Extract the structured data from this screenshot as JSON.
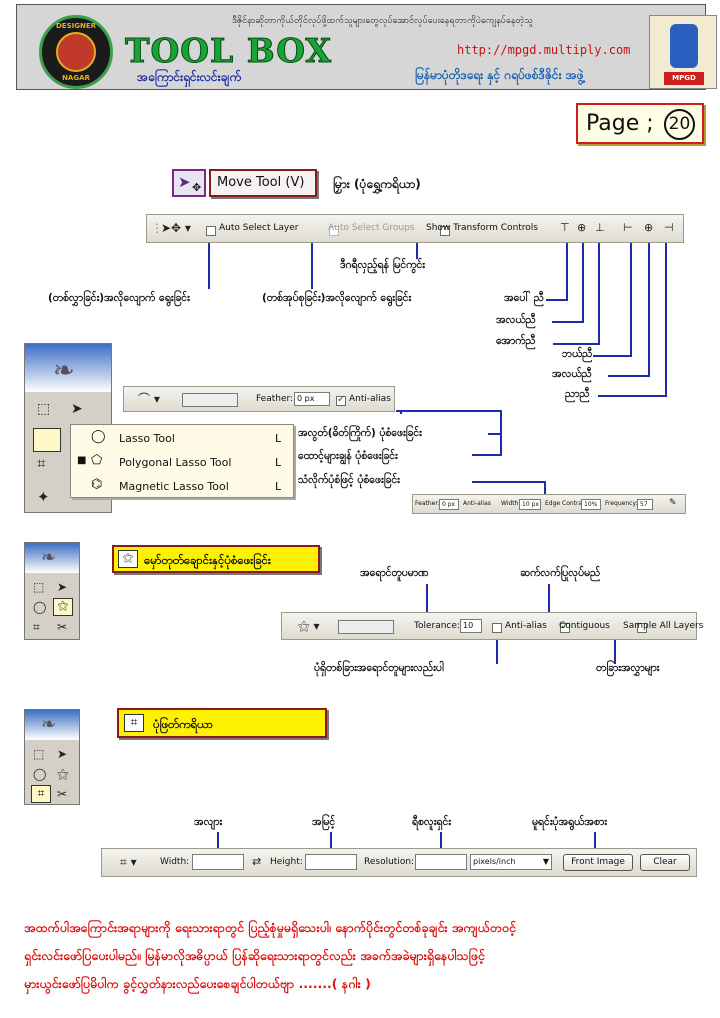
{
  "header": {
    "logo_top": "DESIGNER",
    "logo_bottom": "NAGAR",
    "title": "TOOL BOX",
    "subtitle": "အကြောင်းရှင်းလင်းချက်",
    "tagline": "ဒီဇိုင်နာဆိုတာကိုယ်တိုင်လုပ်ဖို့ထက်သူများတွေလုပ်အောင်လုပ်ပေးနေရတာကိုပဲကျေနပ်နေတဲ့သူ",
    "url": "http://mpgd.multiply.com",
    "group_name": "မြန်မာပုံတိုဒရေး နှင့် ဂရပ်ဖစ်ဒီဇိုင်း အဖွဲ့",
    "mascot_badge": "MPGD"
  },
  "page": {
    "label": "Page ;",
    "number": "20"
  },
  "move_tool": {
    "title": "Move Tool (V)",
    "title_note": "မြှား (ပုံရွှေ့ကရိယာ)",
    "toolbar": {
      "auto_select_layer": "Auto Select Layer",
      "auto_select_groups": "Auto Select Groups",
      "show_transform_controls": "Show Transform Controls"
    },
    "notes": {
      "transform": "ဒီဂရီလှည့်ရန် မြင်ကွင်း",
      "auto_layer": "(တစ်လွှာခြင်း)အလိုလျောက် ရွေးခြင်း",
      "auto_group": "(တစ်အုပ်စုခြင်း)အလိုလျောက် ရွေးခြင်း",
      "align_top": "အပေါ် ညီ",
      "align_vmiddle": "အလယ်ညီ",
      "align_bottom": "အောက်ညီ",
      "align_left": "ဘယ်ညီ",
      "align_hmiddle": "အလယ်ညီ",
      "align_right": "ညာညီ"
    }
  },
  "lasso": {
    "feather_label": "Feather:",
    "feather_value": "0 px",
    "anti_alias": "Anti-alias",
    "menu": [
      {
        "label": "Lasso Tool",
        "key": "L",
        "selected": false
      },
      {
        "label": "Polygonal Lasso Tool",
        "key": "L",
        "selected": true
      },
      {
        "label": "Magnetic Lasso Tool",
        "key": "L",
        "selected": false
      }
    ],
    "notes": {
      "lasso": "အလွတ်(ဓိတ်ကြိုက်) ပုံစံဖေးခြင်း",
      "polygonal": "ထောင့်များချွန် ပုံစံဖေးခြင်း",
      "magnetic": "သံလိုက်ပုံစံဖြင့် ပုံစံဖေးခြင်း"
    },
    "magnetic_bar": {
      "feather_label": "Feather:",
      "feather_value": "0 px",
      "anti_alias": "Anti-alias",
      "width_label": "Width:",
      "width_value": "10 px",
      "edge_label": "Edge Contrast:",
      "edge_value": "10%",
      "freq_label": "Frequency:",
      "freq_value": "57"
    }
  },
  "magic_wand": {
    "title": "မှော်တုတ်ချောင်းနှင့်ပုံစံဖေးခြင်း",
    "tolerance_label": "Tolerance:",
    "tolerance_value": "10",
    "anti_alias": "Anti-alias",
    "contiguous": "Contiguous",
    "sample_all": "Sample All Layers",
    "notes": {
      "tolerance": "အရောင်တူပမာဏ",
      "contiguous": "ဆက်လက်ပြုလုပ်မည်",
      "anti_alias": "ပုံရှိတစ်ခြားအရောင်တူများလည်းပါ",
      "sample_all": "တခြားအလွှာများ"
    }
  },
  "crop": {
    "title": "ပုံဖြတ်ကရိယာ",
    "width_label": "Width:",
    "height_label": "Height:",
    "resolution_label": "Resolution:",
    "unit_value": "pixels/inch",
    "front_image": "Front Image",
    "clear": "Clear",
    "notes": {
      "width": "အလျား",
      "height": "အမြင့်",
      "resolution": "ရီစလူးရှင်း",
      "front": "မူရင်းပုံအရွယ်အစား"
    }
  },
  "footer": {
    "line1": "အထက်ပါအကြောင်းအရာများကို ရေးသားရာတွင် ပြည့်စုံမှုမရှိသေးပါ၊ နောက်ပိုင်းတွင်တစ်ခုချင်း အကျယ်တဝင့်",
    "line2": "ရှင်းလင်းဖော်ပြပေးပါမည်။ မြန်မာလိုအဓိပ္ပာယ် ပြန်ဆိုရေးသားရာတွင်လည်း အခက်အခဲများရှိနေပါသဖြင့်",
    "line3": "မှားယွင်းဖော်ပြမိပါက ခွင့်လွှတ်နားလည်ပေးစေချင်ပါတယ်ဗျာ .......( နဂါး )"
  },
  "colors": {
    "accent_blue": "#1e2ab0",
    "title_green": "#17a534",
    "warn_red": "#d11111",
    "yellow": "#fff200"
  }
}
